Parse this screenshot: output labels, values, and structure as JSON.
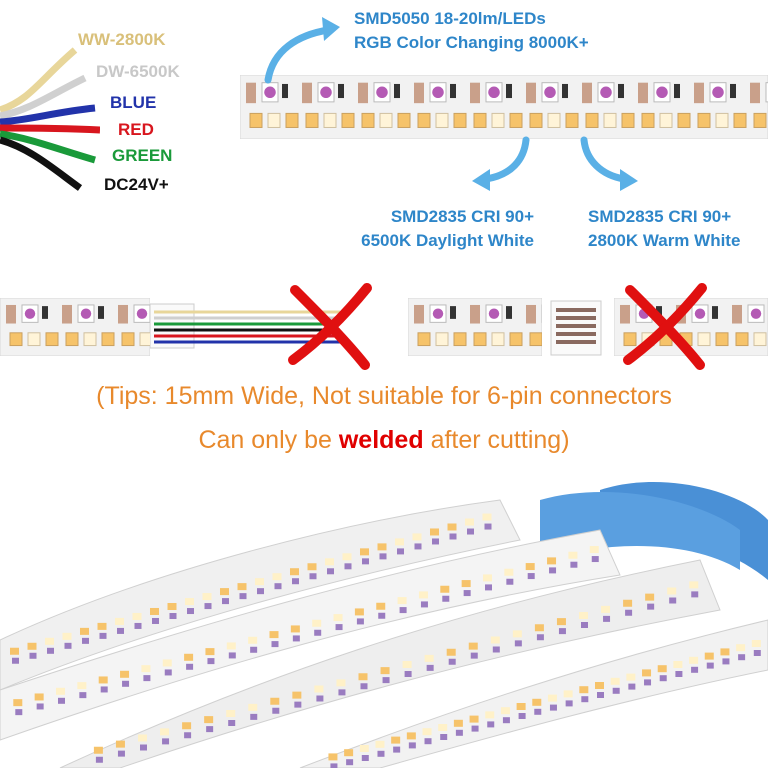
{
  "colors": {
    "accent_blue": "#2e86c9",
    "tips_orange": "#e8892c",
    "welded_red": "#e00000",
    "cross_red": "#e01010",
    "wire_ww": "#e8d69a",
    "wire_dw": "#cfcfcf",
    "wire_blue": "#2233aa",
    "wire_red": "#d8161e",
    "wire_green": "#1a9a3a",
    "wire_black": "#111111"
  },
  "wires": {
    "ww": "WW-2800K",
    "dw": "DW-6500K",
    "blue": "BLUE",
    "red": "RED",
    "green": "GREEN",
    "dc": "DC24V+"
  },
  "specs": {
    "rgb_line1": "SMD5050 18-20lm/LEDs",
    "rgb_line2": "RGB Color Changing 8000K+",
    "daylight_line1": "SMD2835 CRI 90+",
    "daylight_line2": "6500K Daylight White",
    "warm_line1": "SMD2835 CRI 90+",
    "warm_line2": "2800K Warm White"
  },
  "tips": {
    "line1": "(Tips: 15mm Wide, Not suitable for 6-pin connectors",
    "line2_before": "Can only be",
    "line2_emphasis": "welded",
    "line2_after": "after cutting)"
  }
}
